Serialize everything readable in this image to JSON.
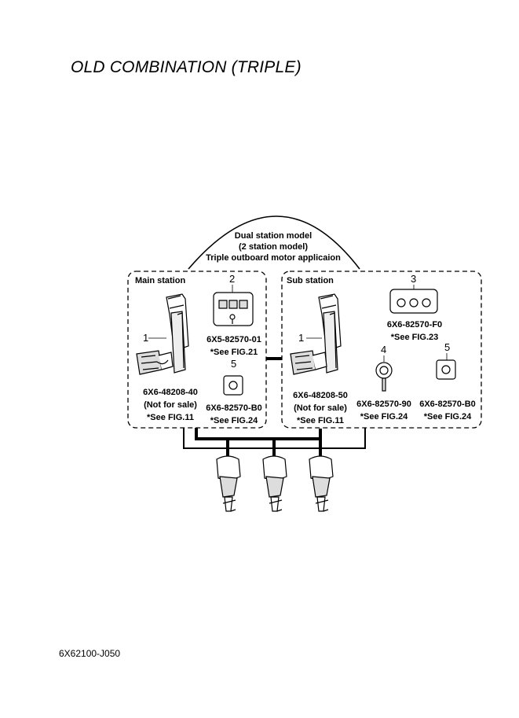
{
  "title": "OLD COMBINATION (TRIPLE)",
  "doc_code": "6X62100-J050",
  "diagram": {
    "arch_label": [
      "Dual station model",
      "(2 station model)",
      "Triple outboard motor applicaion"
    ],
    "main_station": {
      "title": "Main station",
      "items": [
        {
          "num": "1",
          "part": "6X6-48208-40",
          "note": "(Not for sale)",
          "ref": "*See FIG.11"
        },
        {
          "num": "2",
          "part": "6X5-82570-01",
          "ref": "*See FIG.21"
        },
        {
          "num": "5",
          "part": "6X6-82570-B0",
          "ref": "*See FIG.24"
        }
      ]
    },
    "sub_station": {
      "title": "Sub station",
      "items": [
        {
          "num": "1",
          "part": "6X6-48208-50",
          "note": "(Not for sale)",
          "ref": "*See FIG.11"
        },
        {
          "num": "3",
          "part": "6X6-82570-F0",
          "ref": "*See FIG.23"
        },
        {
          "num": "4",
          "part": "6X6-82570-90",
          "ref": "*See FIG.24"
        },
        {
          "num": "5",
          "part": "6X6-82570-B0",
          "ref": "*See FIG.24"
        }
      ]
    }
  }
}
